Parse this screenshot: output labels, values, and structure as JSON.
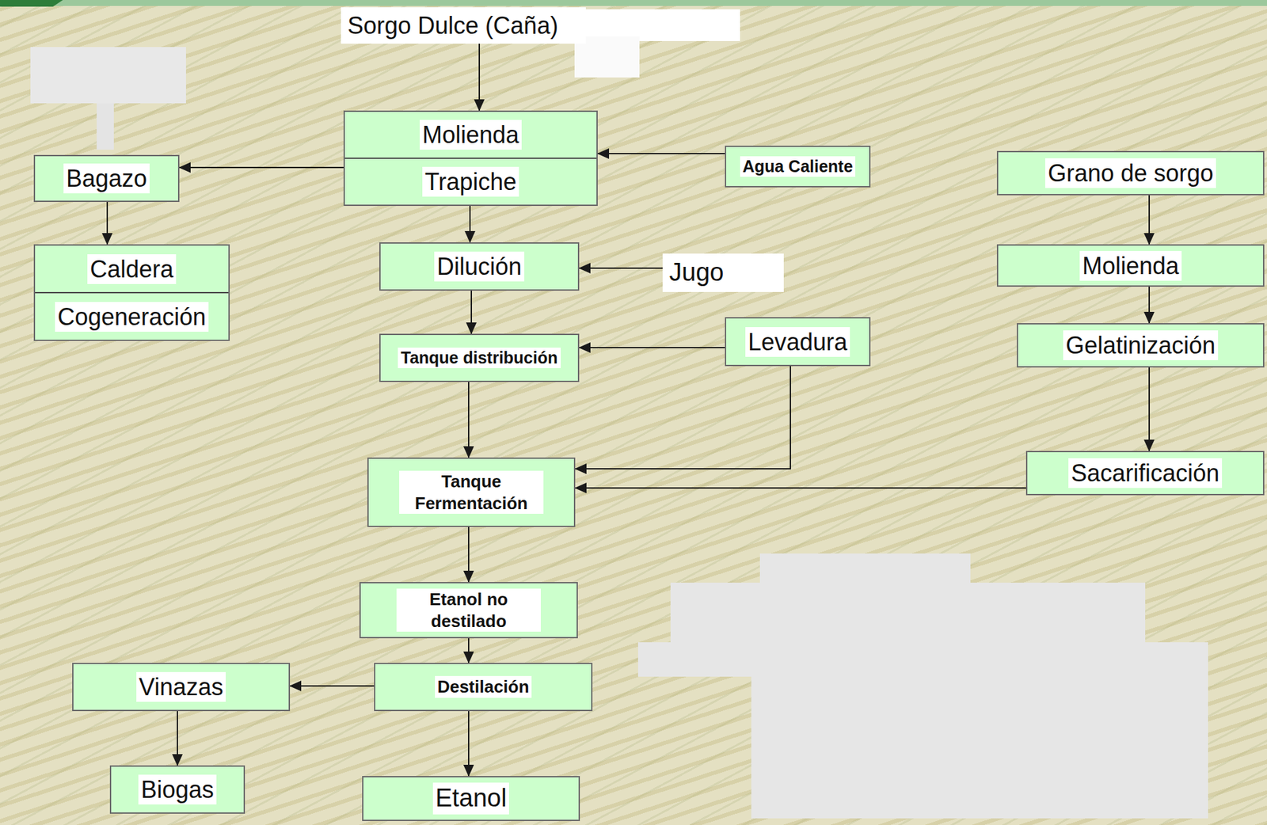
{
  "diagram": {
    "nodes": [
      {
        "text": [
          "Sorgo Dulce (Caña)"
        ]
      },
      {
        "text": [
          "Molienda",
          "Trapiche"
        ]
      },
      {
        "text": [
          "Agua Caliente"
        ]
      },
      {
        "text": [
          "Bagazo"
        ]
      },
      {
        "text": [
          "Caldera",
          "Cogeneración"
        ]
      },
      {
        "text": [
          "Dilución"
        ]
      },
      {
        "text": [
          "Jugo"
        ]
      },
      {
        "text": [
          "Tanque distribución"
        ]
      },
      {
        "text": [
          "Levadura"
        ]
      },
      {
        "text": [
          "Grano de sorgo"
        ]
      },
      {
        "text": [
          "Molienda"
        ]
      },
      {
        "text": [
          "Gelatinización"
        ]
      },
      {
        "text": [
          "Sacarificación"
        ]
      },
      {
        "text": [
          "Tanque Fermentación"
        ]
      },
      {
        "text": [
          "Etanol no destilado"
        ]
      },
      {
        "text": [
          "Destilación"
        ]
      },
      {
        "text": [
          "Vinazas"
        ]
      },
      {
        "text": [
          "Biogas"
        ]
      },
      {
        "text": [
          "Etanol"
        ]
      }
    ],
    "edges": [
      {
        "from": 0,
        "to": 1,
        "arrow": "to"
      },
      {
        "from": 2,
        "to": 1,
        "arrow": "to"
      },
      {
        "from": 1,
        "to": 3,
        "arrow": "to"
      },
      {
        "from": 3,
        "to": 4,
        "arrow": "to"
      },
      {
        "from": 1,
        "to": 5,
        "arrow": "to"
      },
      {
        "from": 6,
        "to": 5,
        "arrow": "to"
      },
      {
        "from": 5,
        "to": 7,
        "arrow": "to"
      },
      {
        "from": 8,
        "to": 7,
        "arrow": "to"
      },
      {
        "from": 7,
        "to": 13,
        "arrow": "to"
      },
      {
        "from": 8,
        "to": 13,
        "arrow": "to"
      },
      {
        "from": 9,
        "to": 10,
        "arrow": "to"
      },
      {
        "from": 10,
        "to": 11,
        "arrow": "to"
      },
      {
        "from": 11,
        "to": 12,
        "arrow": "to"
      },
      {
        "from": 12,
        "to": 13,
        "arrow": "to"
      },
      {
        "from": 13,
        "to": 14,
        "arrow": "to"
      },
      {
        "from": 14,
        "to": 15,
        "arrow": "to"
      },
      {
        "from": 15,
        "to": 16,
        "arrow": "to"
      },
      {
        "from": 16,
        "to": 17,
        "arrow": "to"
      },
      {
        "from": 15,
        "to": 18,
        "arrow": "to"
      }
    ]
  }
}
